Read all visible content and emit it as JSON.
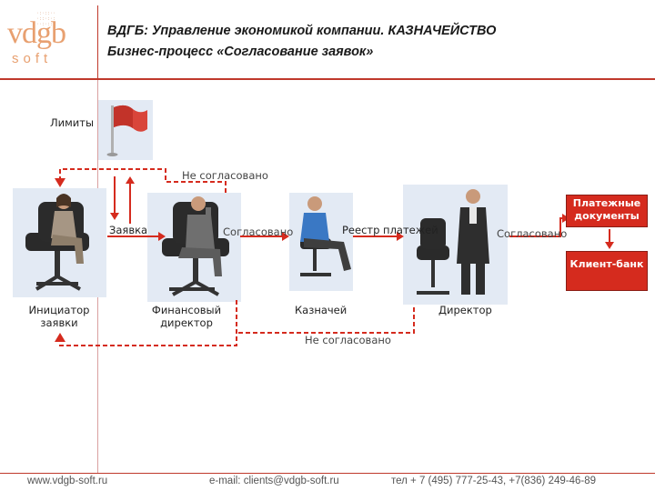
{
  "header": {
    "logo_main": "vdgb",
    "logo_sub": "soft",
    "title_line1": "ВДГБ: Управление экономикой компании. КАЗНАЧЕЙСТВО",
    "title_line2": "Бизнес-процесс «Согласование заявок»"
  },
  "diagram": {
    "limits_label": "Лимиты",
    "not_agreed_top": "Не согласовано",
    "request_label": "Заявка",
    "agreed_fd": "Согласовано",
    "payment_registry": "Реестр платежей",
    "agreed_director": "Согласовано",
    "not_agreed_bottom": "Не согласовано",
    "payment_docs": "Платежные документы",
    "client_bank": "Клиент-банк",
    "roles": {
      "initiator": "Инициатор заявки",
      "fin_director": "Финансовый директор",
      "treasurer": "Казначей",
      "director": "Директор"
    }
  },
  "colors": {
    "accent_red": "#d52b1e",
    "panel_blue": "#e3eaf4",
    "logo_orange": "#e8a070"
  },
  "footer": {
    "website": "www.vdgb-soft.ru",
    "email": "e-mail: clients@vdgb-soft.ru",
    "phone": "тел + 7 (495) 777-25-43,   +7(836) 249-46-89"
  }
}
